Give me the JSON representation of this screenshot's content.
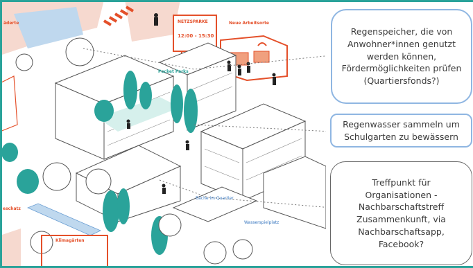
{
  "callouts": {
    "rain_storage": "Regenspeicher, die von Anwohner*innen genutzt werden können, Fördermöglichkeiten prüfen (Quartiersfonds?)",
    "school_garden": "Regenwasser sammeln um Schulgarten zu bewässern",
    "meeting_point": "Treffpunkt für Organisationen - Nachbarschaftstreff Zusammenkunft, via Nachbarschaftsapp, Facebook?"
  },
  "map_labels": {
    "pocket_parks": "Pocket Parks",
    "new_workplaces": "Neue Arbeitsorte",
    "sign_title": "NETZSPARKE",
    "sign_time": "12:00 - 15:30",
    "creek": "Bäche im Quartier",
    "water_playground": "Wasserspielplatz",
    "climate_gardens": "Klimagärten",
    "left_top": "äderte",
    "left_mid": "eschatz"
  },
  "colors": {
    "accent": "#2aa39a",
    "callout_border": "#8fb6e2",
    "orange": "#e4502a",
    "teal": "#2aa39a"
  }
}
